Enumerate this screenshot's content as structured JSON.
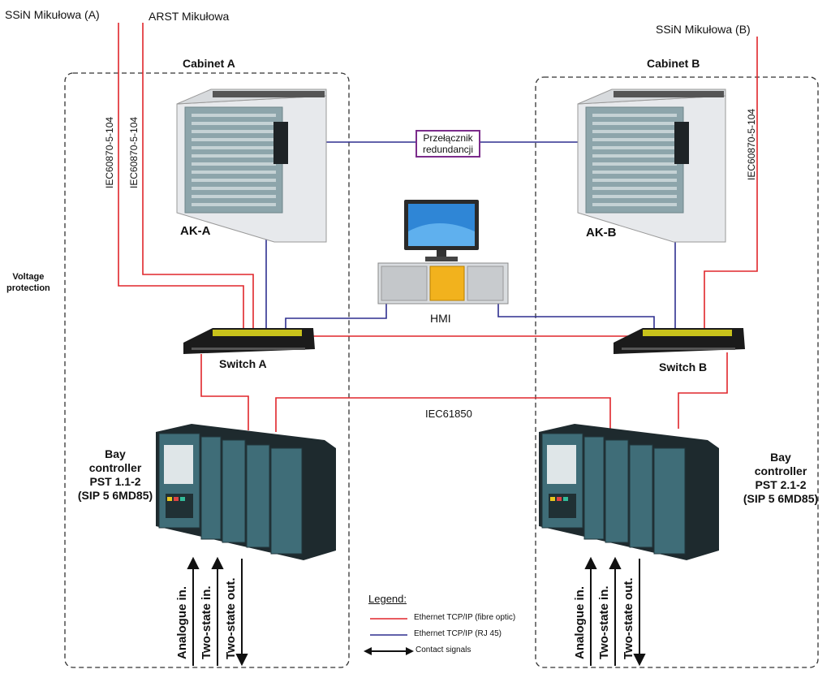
{
  "external": {
    "ssin_a": "SSiN Mikułowa (A)",
    "arst": "ARST Mikułowa",
    "ssin_b": "SSiN Mikułowa (B)"
  },
  "cabinets": {
    "a_title": "Cabinet A",
    "b_title": "Cabinet B"
  },
  "protocols": {
    "iec104": "IEC60870-5-104",
    "iec61850": "IEC61850"
  },
  "devices": {
    "ak_a": "AK-A",
    "ak_b": "AK-B",
    "hmi": "HMI",
    "switch_a": "Switch A",
    "switch_b": "Switch B",
    "redundancy_switch": "Przełącznik\nredundancji",
    "redundancy_line1": "Przełącznik",
    "redundancy_line2": "redundancji"
  },
  "voltage_protection": {
    "line1": "Voltage",
    "line2": "protection"
  },
  "bay_a": {
    "line1": "Bay",
    "line2": "controller",
    "line3": "PST 1.1-2",
    "line4": "(SIP 5 6MD85)"
  },
  "bay_b": {
    "line1": "Bay",
    "line2": "controller",
    "line3": "PST 2.1-2",
    "line4": "(SIP 5 6MD85)"
  },
  "signals": {
    "analogue": "Analogue in.",
    "two_state_in": "Two-state in.",
    "two_state_out": "Two-state out."
  },
  "legend": {
    "title": "Legend:",
    "fibre": "Ethernet TCP/IP (fibre optic)",
    "rj45": "Ethernet TCP/IP (RJ 45)",
    "contact": "Contact signals"
  },
  "colors": {
    "fibre": "#e0262b",
    "rj45": "#2e2f8f",
    "redundancy_border": "#7b2c8b",
    "cabinet_dash": "#333333"
  }
}
